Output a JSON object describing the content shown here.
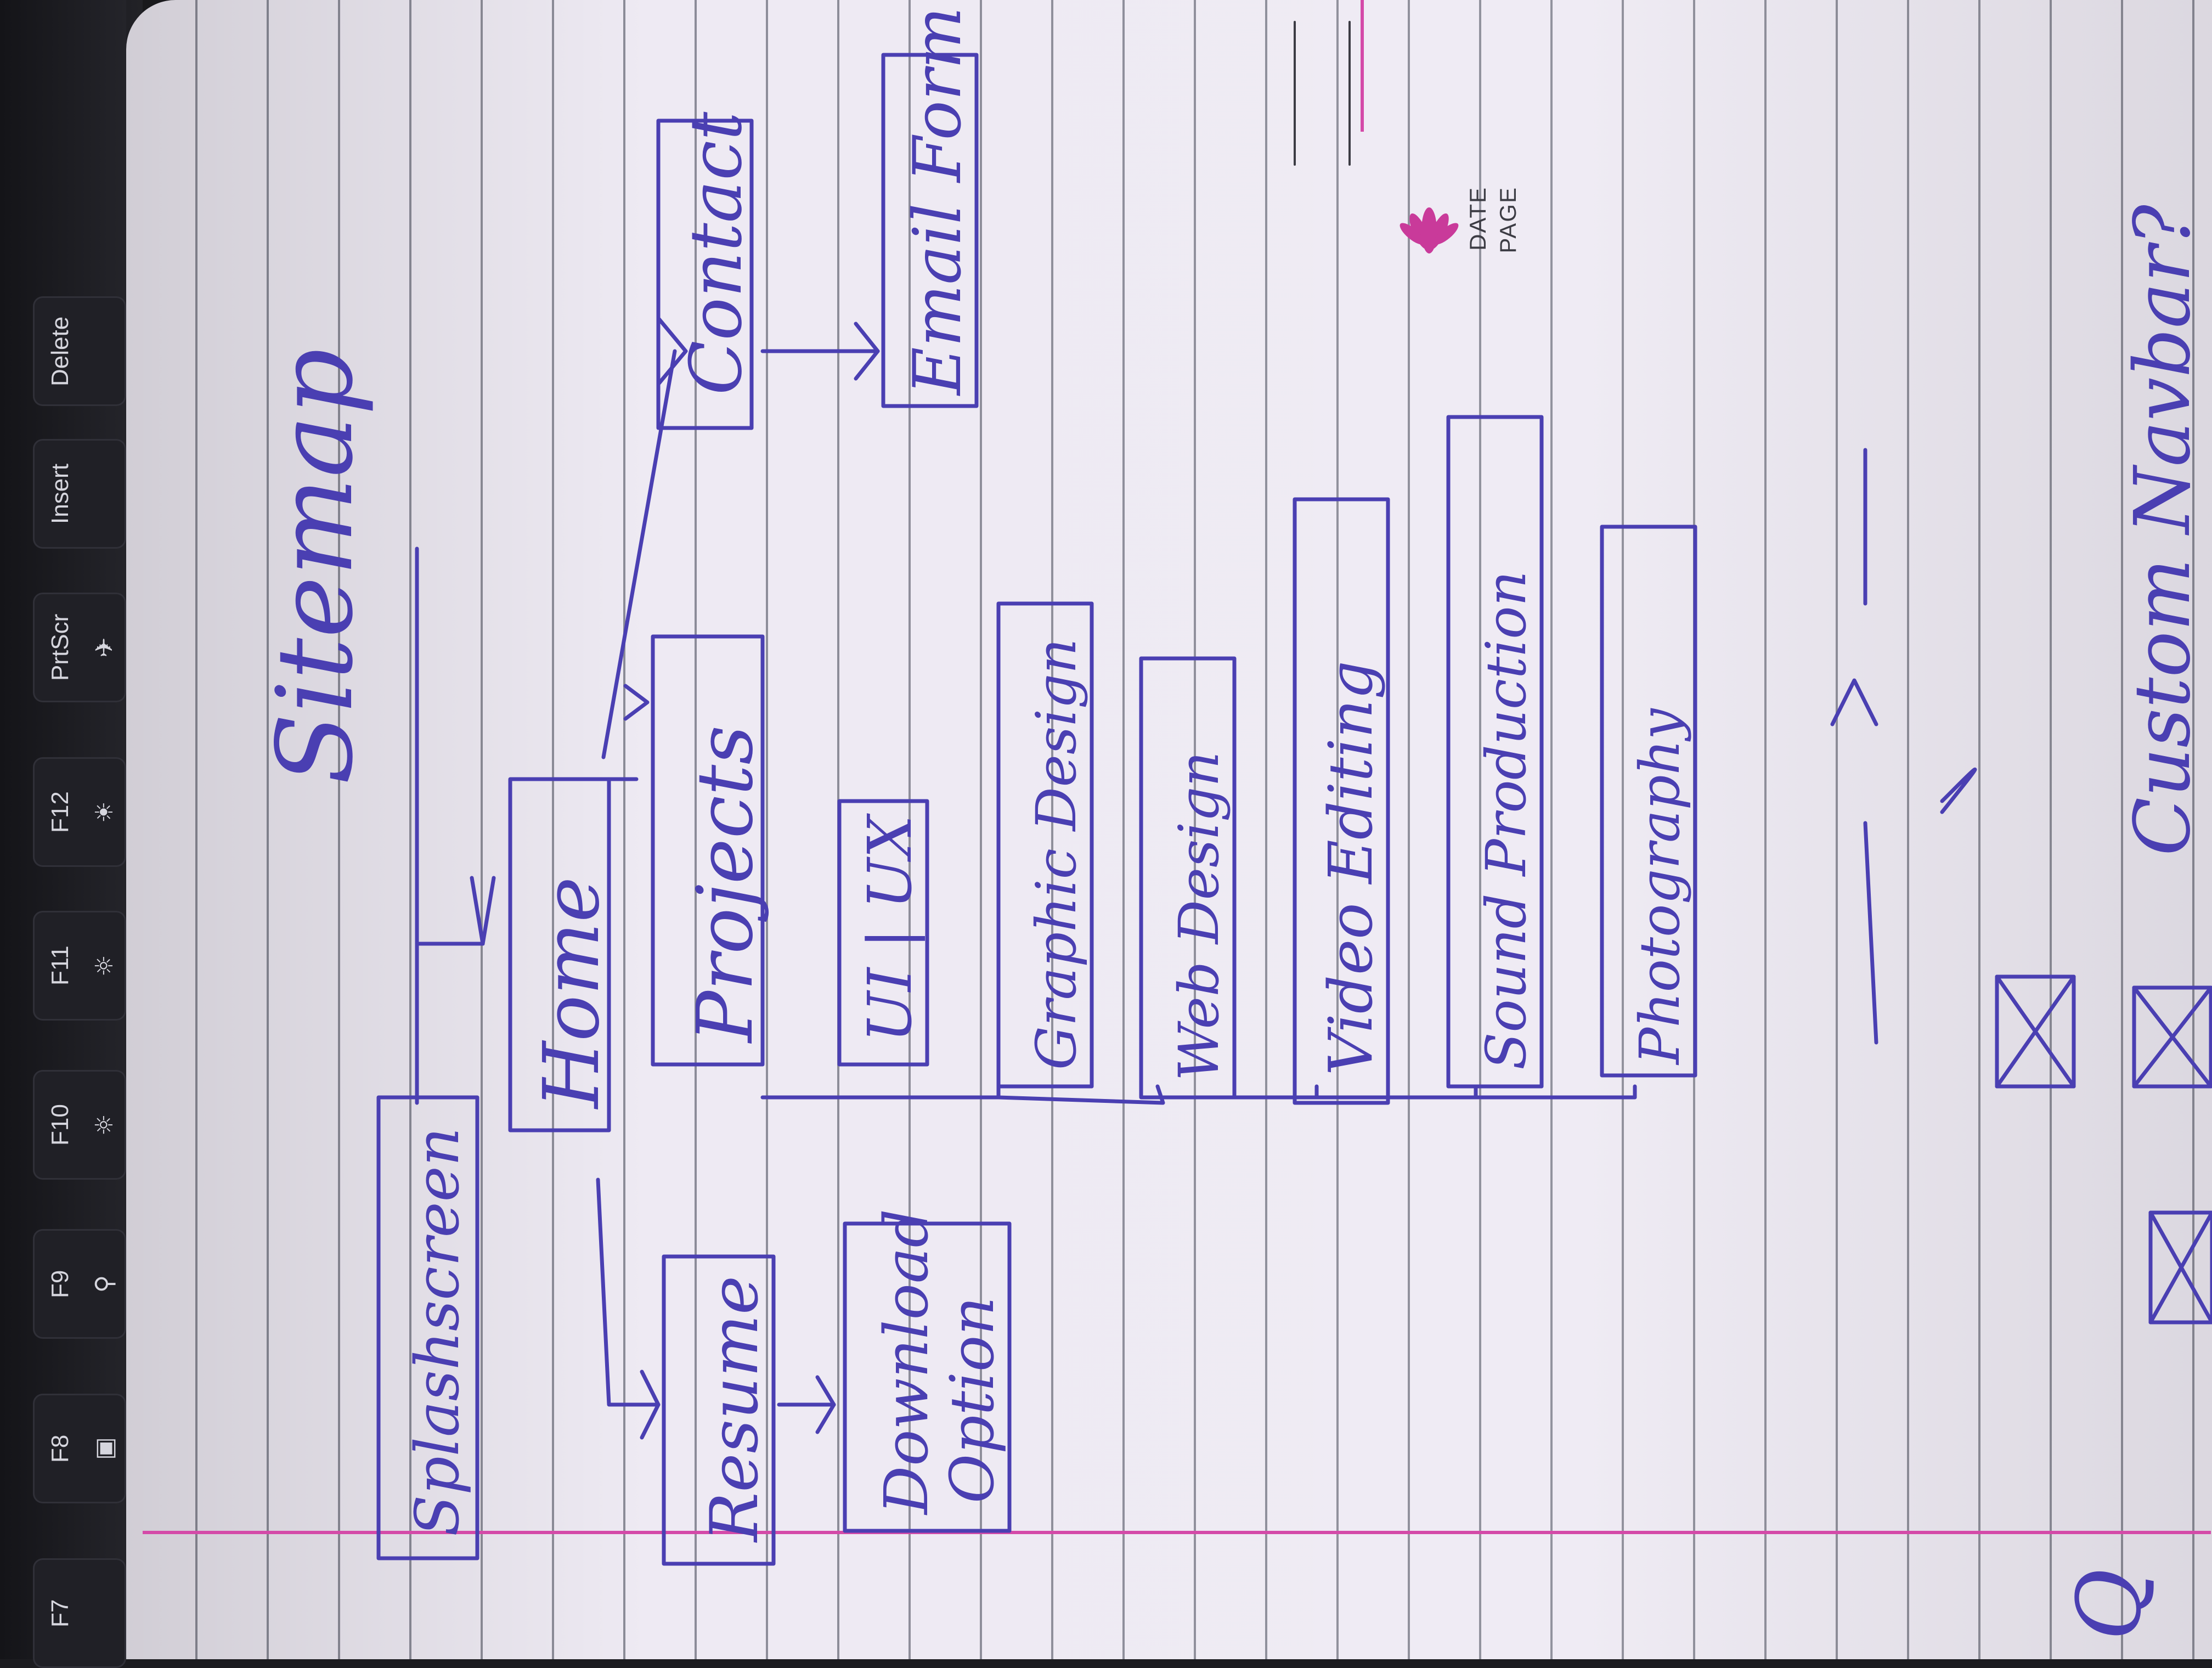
{
  "keyboard": {
    "keys": [
      {
        "label": "F7",
        "icon": "",
        "icon_name": ""
      },
      {
        "label": "F8",
        "icon": "▣",
        "icon_name": "display-mode-icon"
      },
      {
        "label": "F9",
        "icon": "⚲",
        "icon_name": "search-icon"
      },
      {
        "label": "F10",
        "icon": "☼",
        "icon_name": "mic-mute-icon"
      },
      {
        "label": "F11",
        "icon": "☼",
        "icon_name": "brightness-down-icon"
      },
      {
        "label": "F12",
        "icon": "☀",
        "icon_name": "brightness-up-icon"
      },
      {
        "label": "PrtScr",
        "icon": "✈",
        "icon_name": "airplane-mode-icon"
      },
      {
        "label": "Insert",
        "icon": "",
        "icon_name": ""
      },
      {
        "label": "Delete",
        "icon": "",
        "icon_name": ""
      }
    ]
  },
  "header": {
    "date_label": "DATE",
    "page_label": "PAGE",
    "logo_icon": "lotus-icon",
    "logo_color": "#c93a9a"
  },
  "colors": {
    "ink": "#4a3fb2",
    "margin": "#d44aa8",
    "rule": "#8c8c98"
  },
  "diagram": {
    "title": "Sitemap",
    "nodes": {
      "splash": "Splashscreen",
      "home": "Home",
      "resume": "Resume",
      "download_l1": "Download",
      "download_l2": "Option",
      "projects": "Projects",
      "uiux": "UI | UX",
      "graphic": "Graphic Design",
      "web": "Web Design",
      "video": "Video Editing",
      "sound": "Sound Production",
      "photo": "Photography",
      "contact": "Contact",
      "email": "Email Form"
    },
    "bottom_note": "Custom Navbar?",
    "bottom_mark": "Q"
  }
}
